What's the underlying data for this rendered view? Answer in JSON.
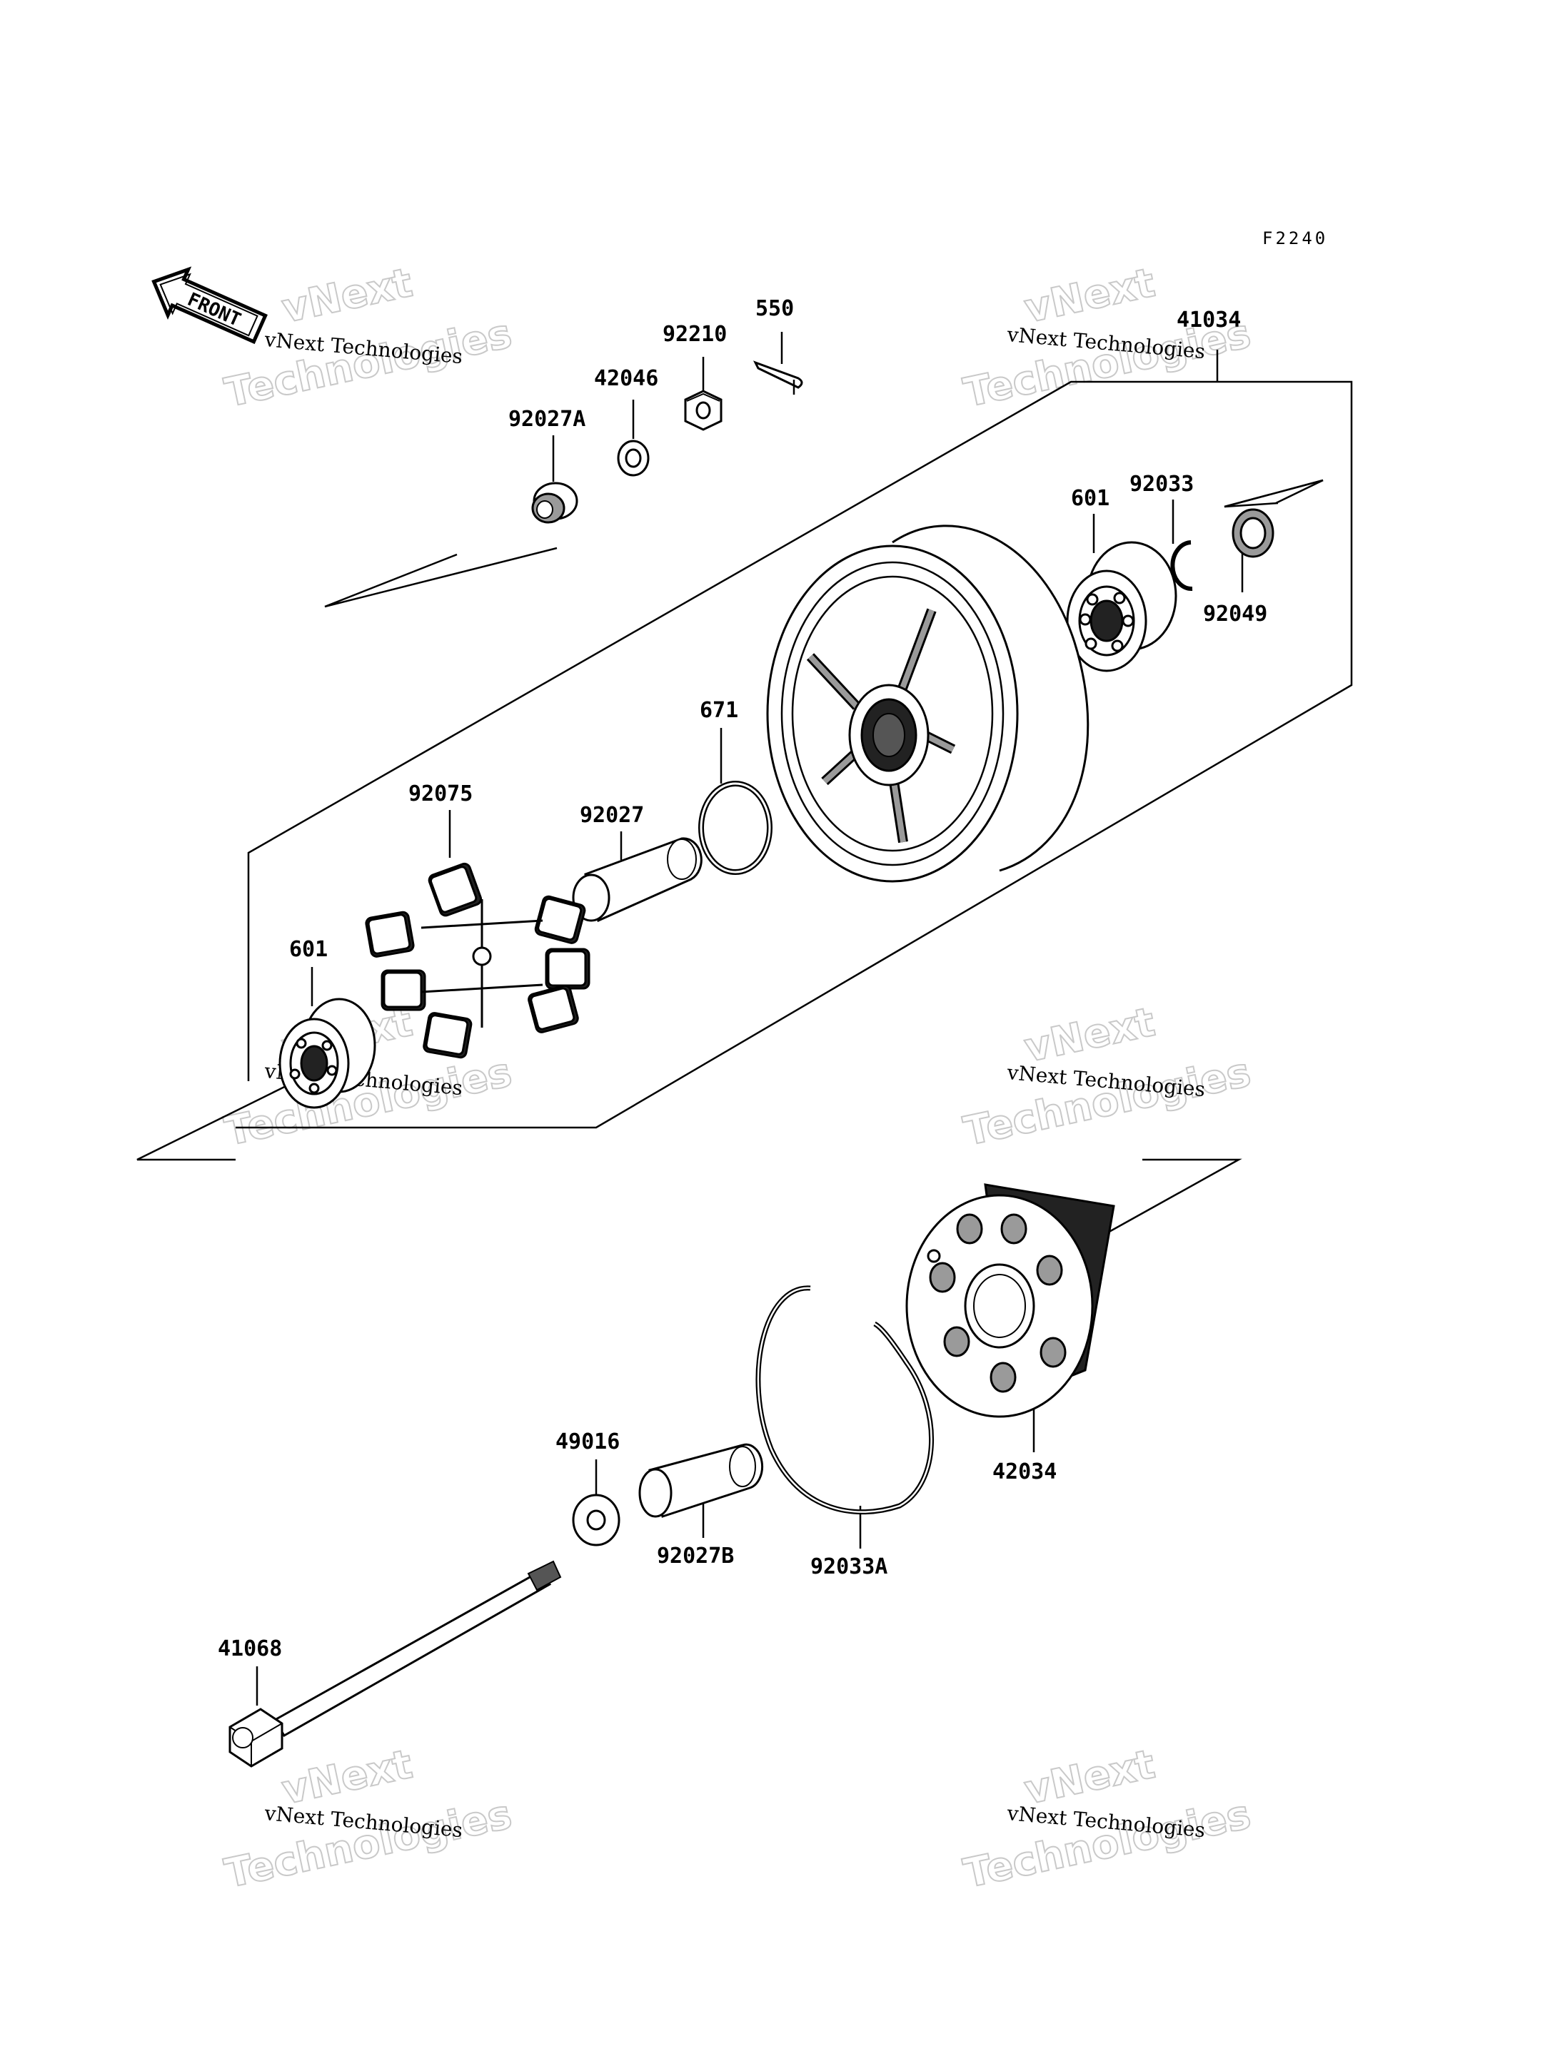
{
  "diagram_code": "F2240",
  "front_indicator": "FRONT",
  "watermark": {
    "line1": "vNext",
    "line2": "Technologies",
    "small": "vNext Technologies"
  },
  "parts": {
    "p550": "550",
    "p92210": "92210",
    "p42046": "42046",
    "p92027A": "92027A",
    "p41034": "41034",
    "p601_right": "601",
    "p92033": "92033",
    "p92049": "92049",
    "p671": "671",
    "p92075": "92075",
    "p92027": "92027",
    "p601_left": "601",
    "p49016": "49016",
    "p92027B": "92027B",
    "p92033A": "92033A",
    "p42034": "42034",
    "p41068": "41068"
  },
  "icons": [
    "front-arrow-icon"
  ]
}
